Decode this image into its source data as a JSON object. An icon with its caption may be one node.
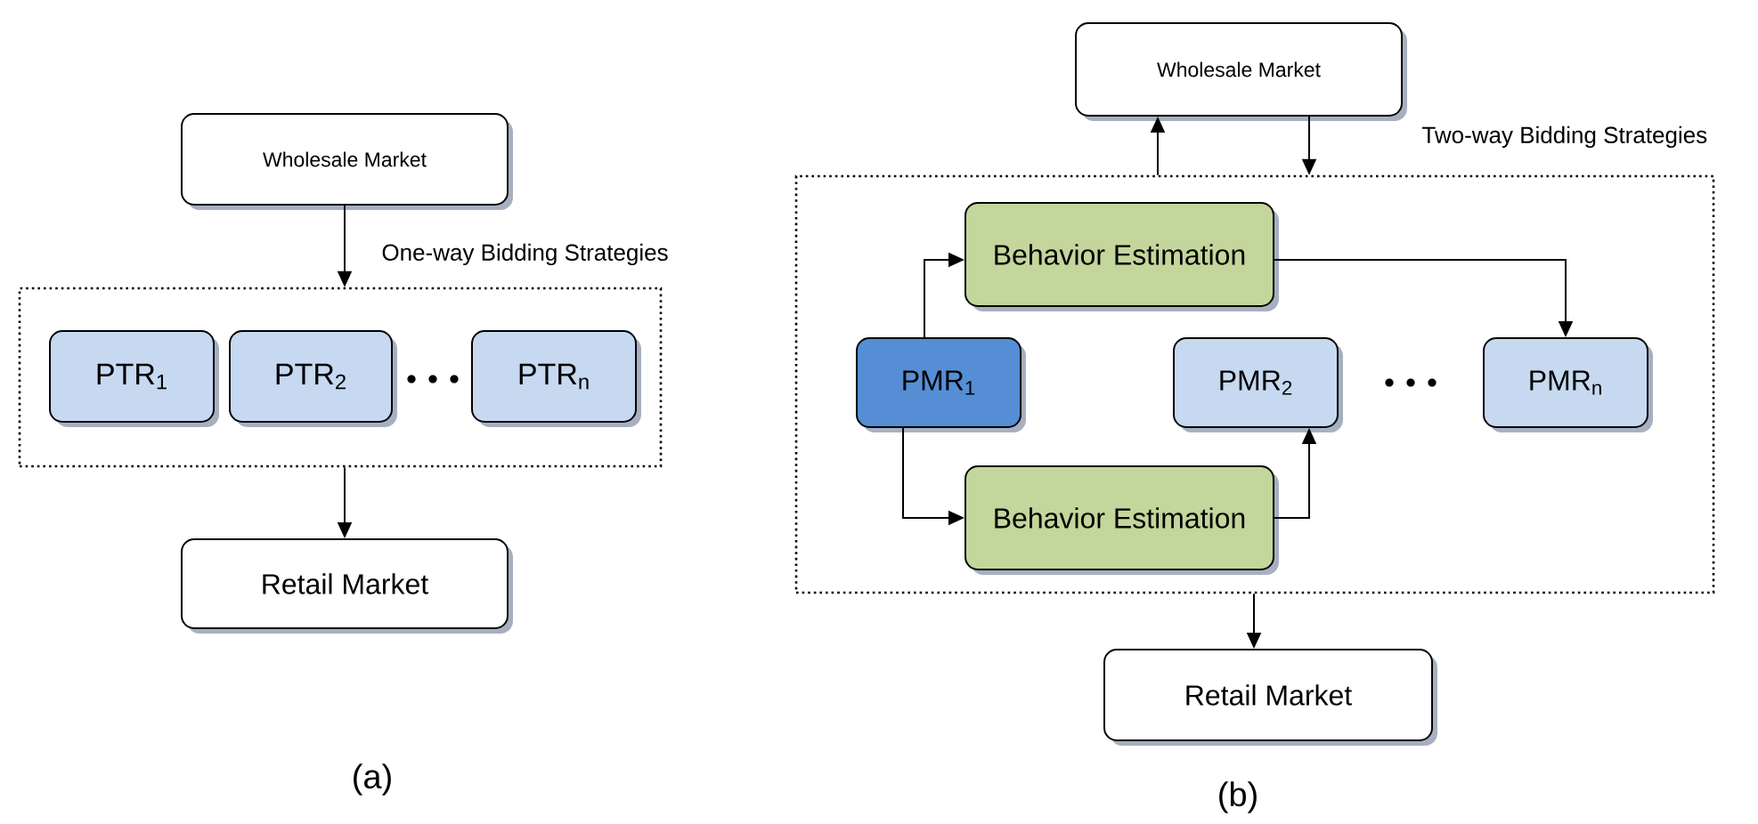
{
  "diagram": {
    "nodes": [
      {
        "text": [
          "Wholesale Market"
        ]
      },
      {
        "text": [
          "One-way Bidding Strategies"
        ]
      },
      {
        "text": [
          "PTR$_{1}$"
        ],
        "in": 1
      },
      {
        "text": [
          "PTR$_{2}$"
        ],
        "in": 1
      },
      {
        "text": [
          "PTR$_{n}$"
        ],
        "in": 1
      },
      {
        "text": [
          "Retail Market"
        ]
      },
      {
        "text": [
          "Wholesale Market"
        ]
      },
      {
        "text": [
          "Two-way Bidding Strategies"
        ]
      },
      {
        "text": [
          "Behavior Estimation"
        ],
        "in": 7
      },
      {
        "text": [
          "PMR$_{1}$"
        ],
        "in": 7
      },
      {
        "text": [
          "PMR$_{2}$"
        ],
        "in": 7
      },
      {
        "text": [
          "PMR$_{n}$"
        ],
        "in": 7
      },
      {
        "text": [
          "Behavior Estimation"
        ],
        "in": 7
      },
      {
        "text": [
          "Retail Market"
        ]
      }
    ],
    "edges": [
      {
        "from": 0,
        "to": 1,
        "arrow": "to"
      },
      {
        "from": 1,
        "to": 5,
        "arrow": "to"
      },
      {
        "from": 7,
        "to": 6,
        "arrow": "to"
      },
      {
        "from": 6,
        "to": 7,
        "arrow": "to"
      },
      {
        "from": 9,
        "to": 8,
        "arrow": "to"
      },
      {
        "from": 8,
        "to": 11,
        "arrow": "to"
      },
      {
        "from": 9,
        "to": 12,
        "arrow": "to"
      },
      {
        "from": 12,
        "to": 10,
        "arrow": "to"
      },
      {
        "from": 7,
        "to": 13,
        "arrow": "to"
      }
    ],
    "labels": [
      "(a)",
      "(b)"
    ]
  }
}
